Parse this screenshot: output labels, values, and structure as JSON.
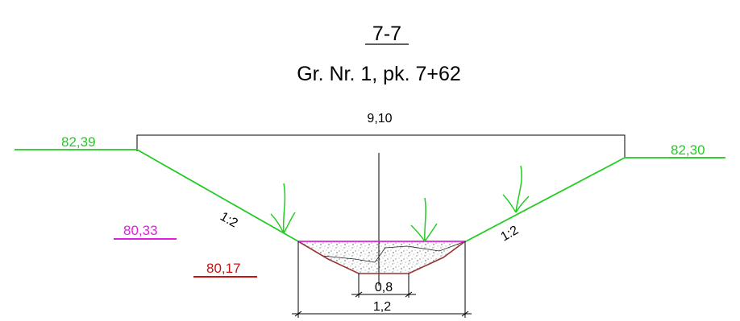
{
  "section_id": "7-7",
  "subtitle": "Gr. Nr. 1, pk. 7+62",
  "top_width": "9,10",
  "elevations": {
    "left_ground": "82,39",
    "right_ground": "82,30",
    "water_level": "80,33",
    "bottom_level": "80,17"
  },
  "slopes": {
    "left": "1:2",
    "right": "1:2"
  },
  "dimensions": {
    "bottom_width": "0,8",
    "channel_width": "1,2"
  },
  "colors": {
    "ground_line": "#22cc22",
    "water_level": "#e020e0",
    "bottom_level": "#cc1111",
    "dimension_lines": "#000000"
  }
}
